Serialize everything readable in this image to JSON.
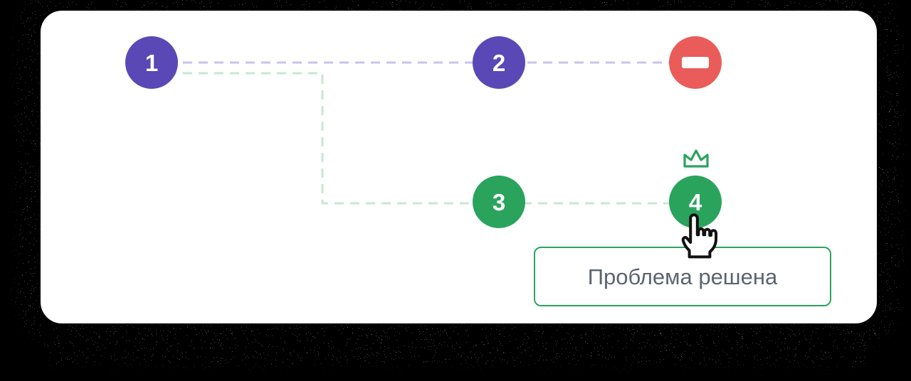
{
  "card": {
    "background": "#ffffff",
    "page_background": "#000000"
  },
  "steps": [
    {
      "label": "1",
      "type": "number",
      "color": "#5a48b6"
    },
    {
      "label": "2",
      "type": "number",
      "color": "#5a48b6"
    },
    {
      "label": "",
      "type": "blocked",
      "icon": "minus-icon",
      "color": "#e95c5a"
    },
    {
      "label": "3",
      "type": "number",
      "color": "#2aa35d"
    },
    {
      "label": "4",
      "type": "number",
      "color": "#2aa35d",
      "badge": "crown-icon",
      "cursor": "hand-pointer"
    }
  ],
  "connectors": {
    "purple_dash_color": "#c8c4ea",
    "green_dash_color": "#c6e8d2"
  },
  "result_box": {
    "label": "Проблема решена",
    "border_color": "#2aa55f",
    "text_color": "#5b6472"
  },
  "icons": {
    "crown_color": "#2aa35d",
    "cursor_outline": "#111111",
    "cursor_fill": "#ffffff"
  }
}
